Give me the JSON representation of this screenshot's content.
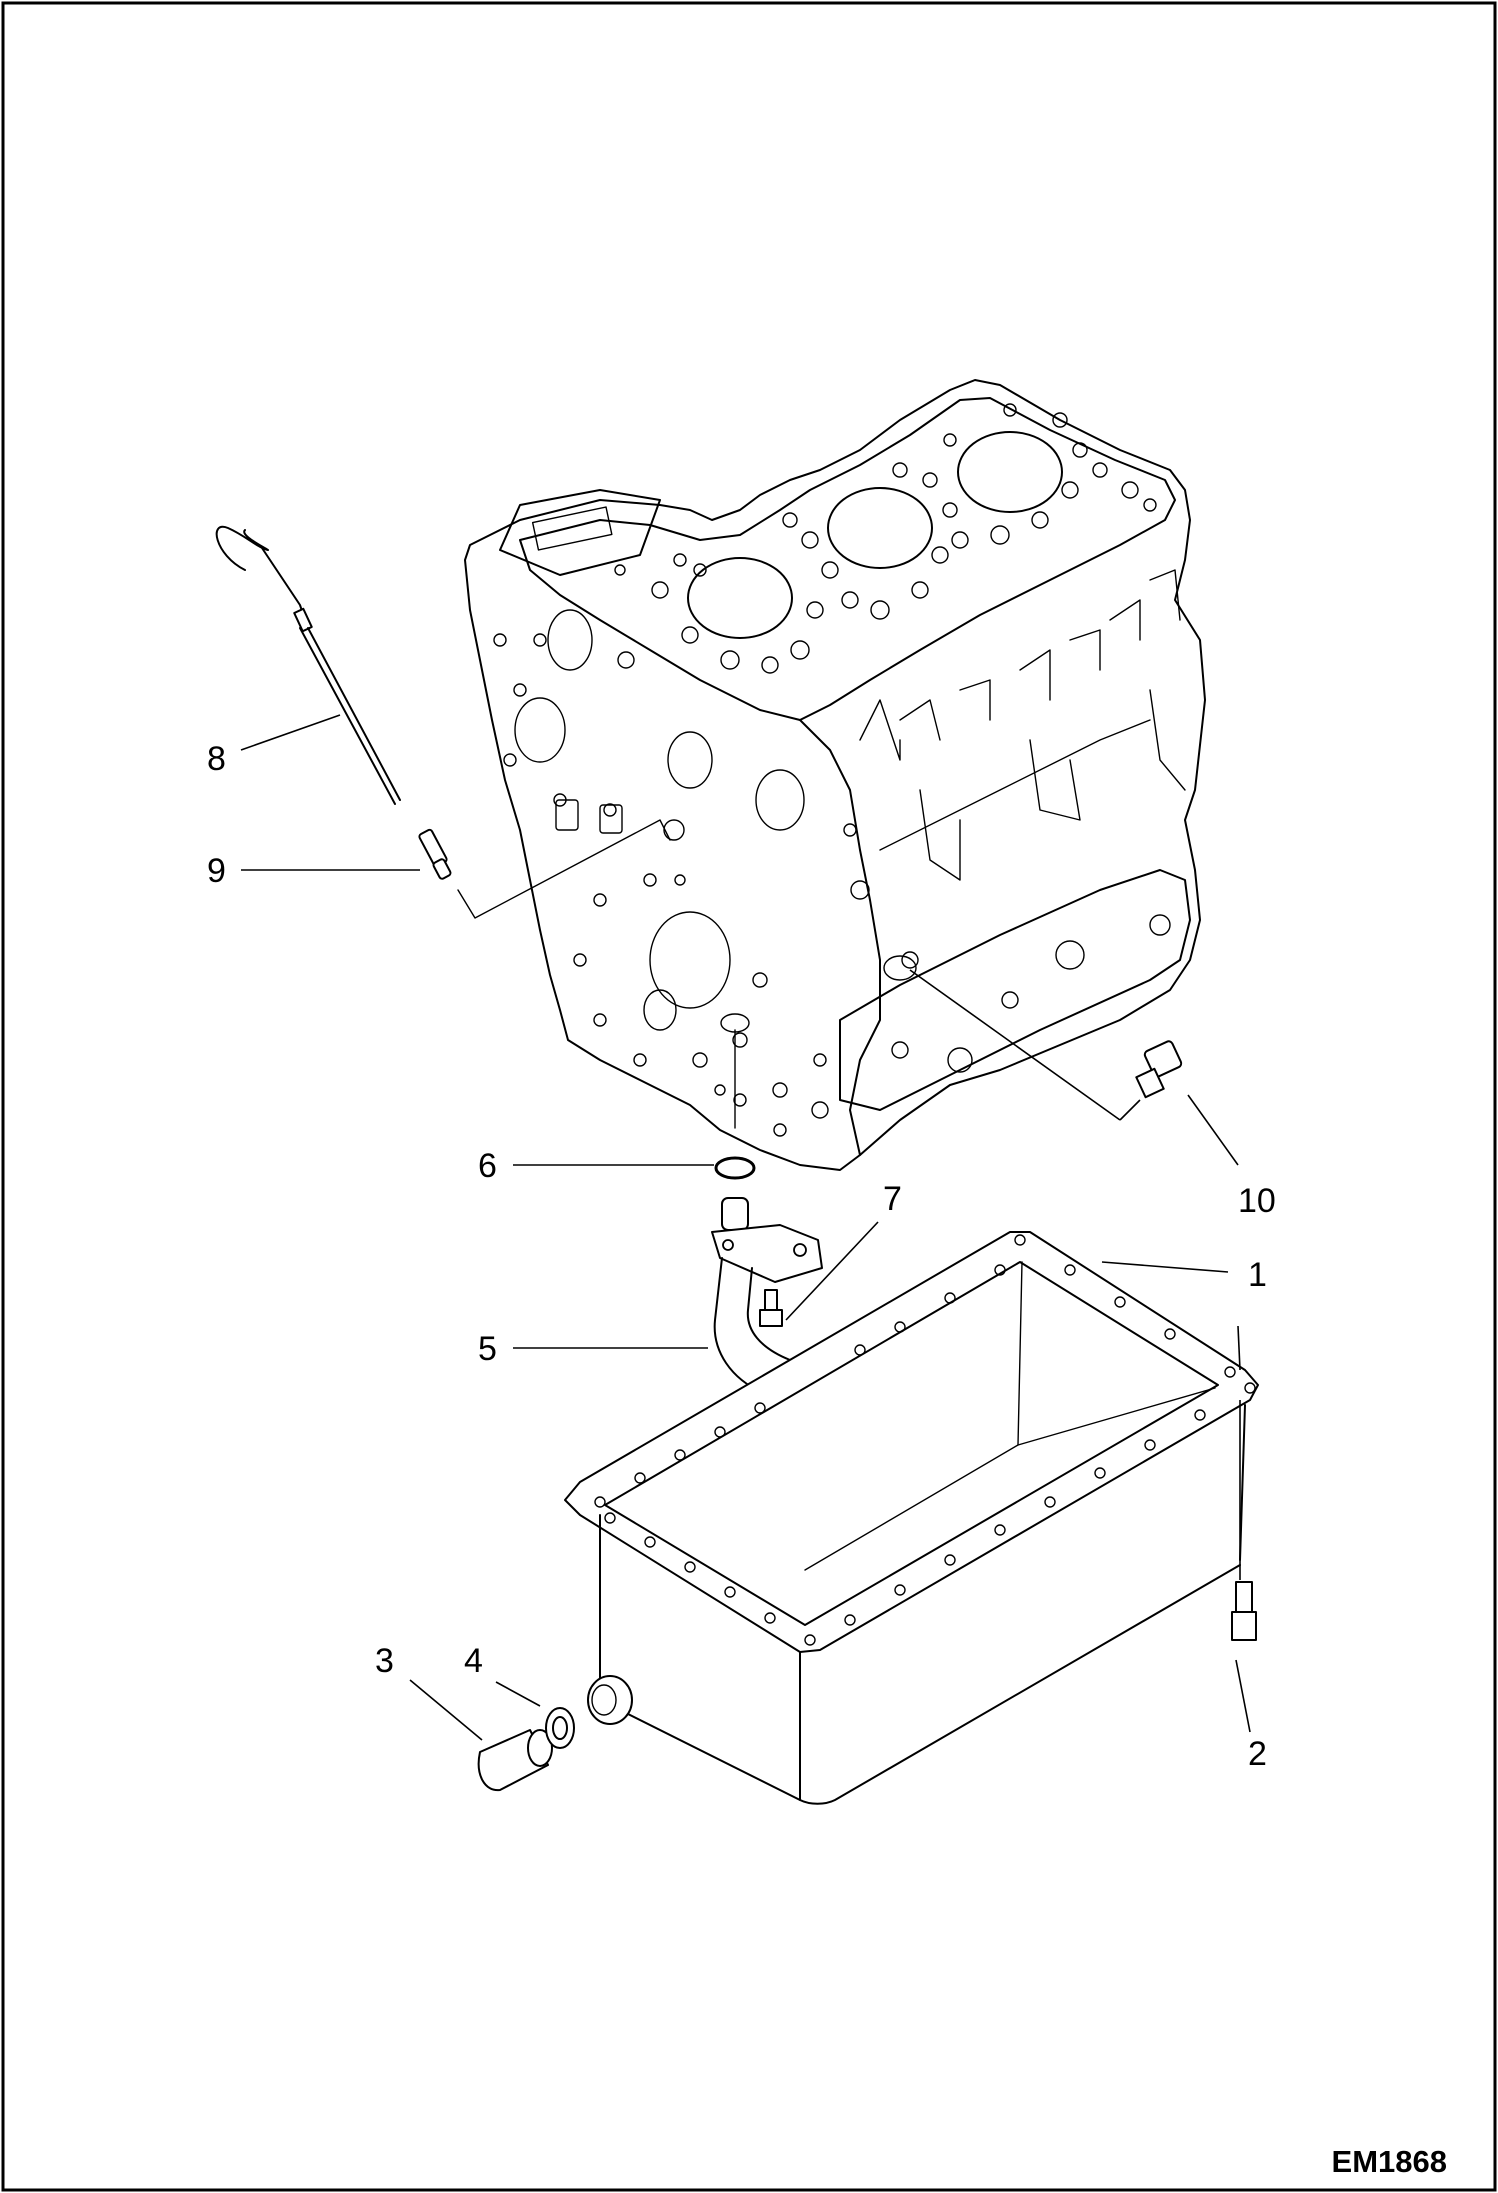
{
  "diagram": {
    "drawing_id": "EM1868",
    "callouts": [
      {
        "key": "c1",
        "label": "1"
      },
      {
        "key": "c2",
        "label": "2"
      },
      {
        "key": "c3",
        "label": "3"
      },
      {
        "key": "c4",
        "label": "4"
      },
      {
        "key": "c5",
        "label": "5"
      },
      {
        "key": "c6",
        "label": "6"
      },
      {
        "key": "c7",
        "label": "7"
      },
      {
        "key": "c8",
        "label": "8"
      },
      {
        "key": "c9",
        "label": "9"
      },
      {
        "key": "c10",
        "label": "10"
      }
    ]
  }
}
